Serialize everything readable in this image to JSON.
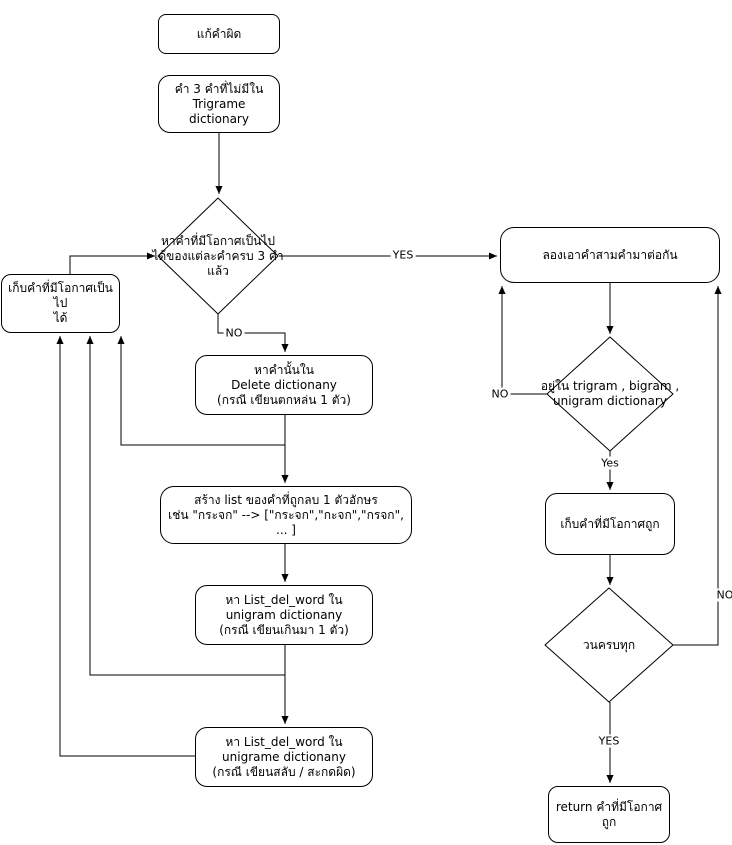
{
  "diagram": {
    "nodes": {
      "start": "แก้คำผิด",
      "input_words": "คำ 3 คำที่ไม่มีใน\nTrigrame dictionary",
      "find_candidates": "หาคำที่มีโอกาศเป็นไป\nได้ของแต่ละคำครบ 3 คำ\nแล้ว",
      "store_candidates": "เก็บคำที่มีโอกาศเป็นไป\nได้",
      "delete_dict": "หาคำนั้นใน\nDelete dictionany\n(กรณี เขียนตกหล่น 1 ตัว)",
      "build_list": "สร้าง list ของคำที่ถูกลบ 1 ตัวอักษร\nเช่น \"กระจก\" --> [\"กระจก\",\"กะจก\",\"กรจก\", ... ]",
      "unigram_extra": "หา List_del_word ใน\nunigram dictionany\n(กรณี เขียนเกินมา 1 ตัว)",
      "unigram_swap": "หา List_del_word ใน\nunigrame dictionany\n(กรณี เขียนสลับ / สะกดผิด)",
      "join_words": "ลองเอาคำสามคำมาต่อกัน",
      "in_dictionary": "อยู่ใน trigram , bigram ,\nunigram dictionary",
      "store_correct": "เก็บคำที่มีโอกาศถูก",
      "loop_done": "วนครบทุก",
      "return_result": "return คำที่มีโอกาศถูก"
    },
    "edge_labels": {
      "candidates_yes": "YES",
      "candidates_no": "NO",
      "in_dict_no": "NO",
      "in_dict_yes": "Yes",
      "loop_no": "NO",
      "loop_yes": "YES"
    },
    "colors": {
      "stroke": "#000000",
      "node_fill": "#ffffff",
      "background": "#ffffff",
      "text": "#000000"
    }
  }
}
